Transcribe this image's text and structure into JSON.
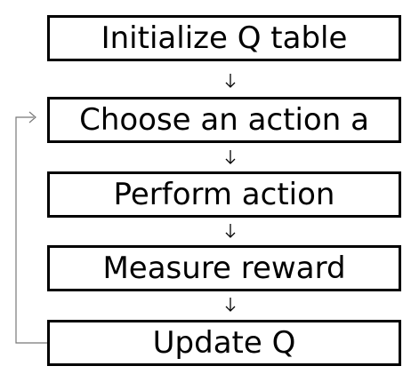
{
  "flowchart": {
    "steps": [
      {
        "label": "Initialize Q table"
      },
      {
        "label": "Choose an action a"
      },
      {
        "label": "Perform action"
      },
      {
        "label": "Measure reward"
      },
      {
        "label": "Update Q"
      }
    ]
  },
  "colors": {
    "box_border": "#000000",
    "arrow": "#000000",
    "loop_line": "#777777",
    "background": "#ffffff"
  }
}
